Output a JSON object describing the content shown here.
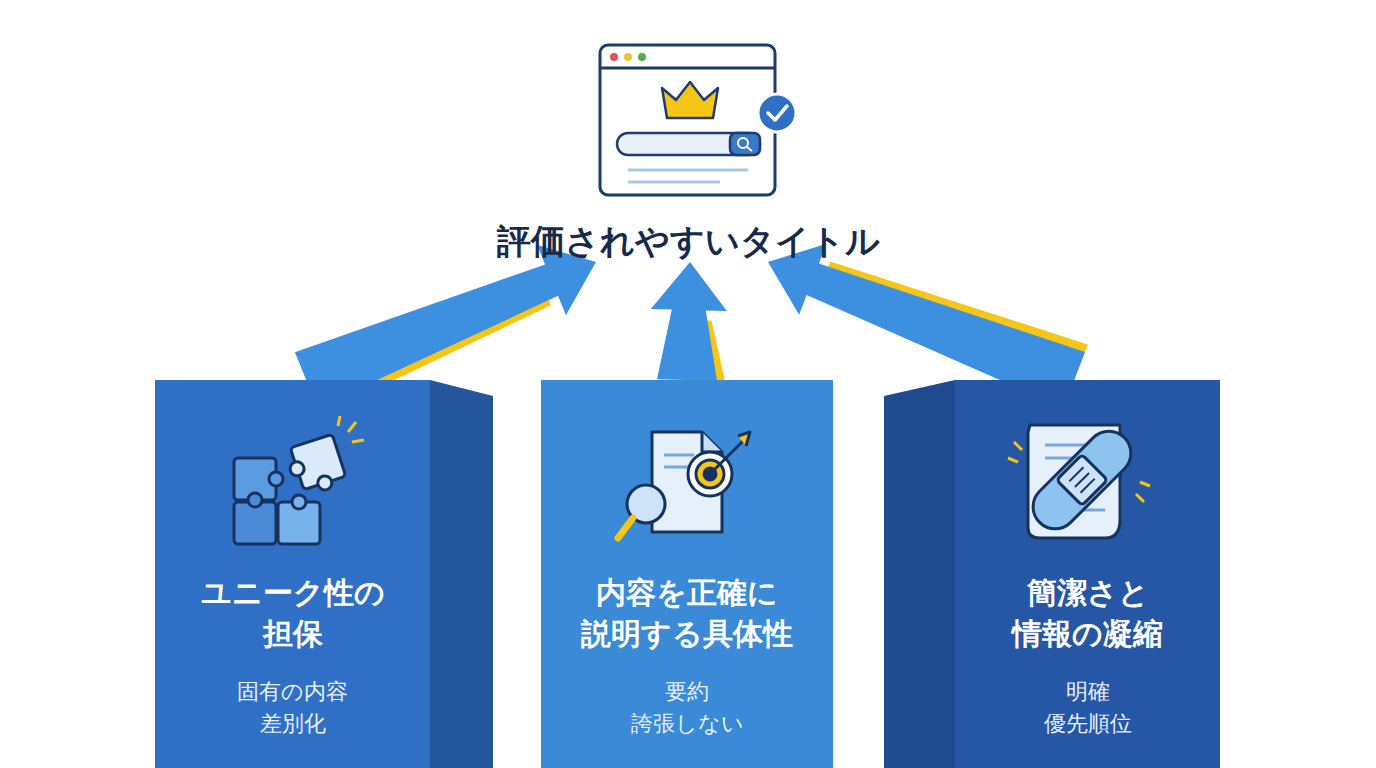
{
  "diagram": {
    "nodes": [
      {
        "text": [
          "評価されやすいタイトル"
        ]
      },
      {
        "text": [
          "ユニーク性の 担保",
          "固有の内容 差別化"
        ]
      },
      {
        "text": [
          "内容を正確に 説明する具体性",
          "要約 誇張しない"
        ]
      },
      {
        "text": [
          "簡潔さと 情報の凝縮",
          "明確 優先順位"
        ]
      }
    ],
    "edges": [
      {
        "from": 1,
        "to": 0,
        "arrow": "to"
      },
      {
        "from": 2,
        "to": 0,
        "arrow": "to"
      },
      {
        "from": 3,
        "to": 0,
        "arrow": "to"
      }
    ]
  }
}
